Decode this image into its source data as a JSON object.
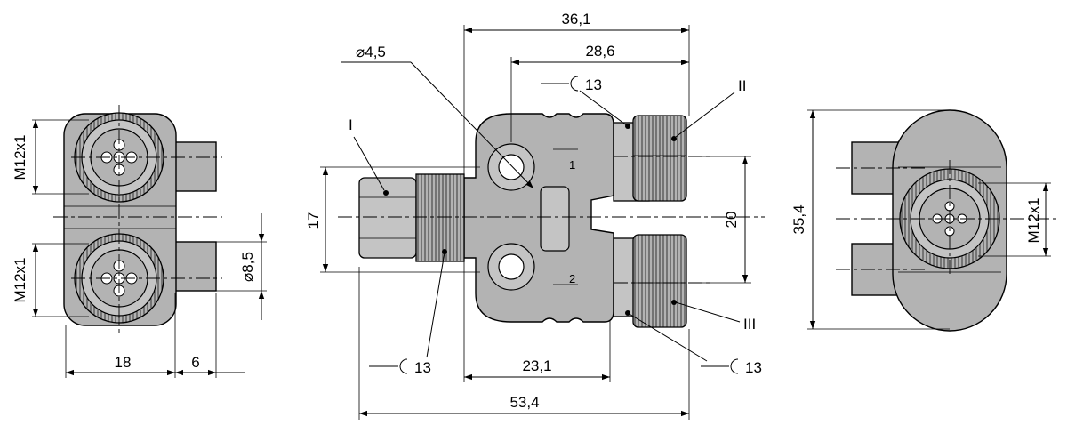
{
  "left_view": {
    "thread_top": "M12x1",
    "thread_bottom": "M12x1",
    "width": "18",
    "offset": "6",
    "diameter": "8,5",
    "diameter_symbol": "⌀"
  },
  "center_view": {
    "overall_width": "36,1",
    "inner_width": "28,6",
    "hole_diameter": "4,5",
    "diameter_symbol": "⌀",
    "height_left": "17",
    "height_right": "20",
    "body_length": "23,1",
    "total_length": "53,4",
    "wrench_top": "13",
    "wrench_bottom_left": "13",
    "wrench_bottom_right": "13",
    "port_label_1": "1",
    "port_label_2": "2",
    "callout_I": "I",
    "callout_II": "II",
    "callout_III": "III"
  },
  "right_view": {
    "height": "35,4",
    "thread": "M12x1"
  },
  "colors": {
    "body_fill": "#b3b3b3",
    "line": "#000000",
    "background": "#ffffff"
  }
}
